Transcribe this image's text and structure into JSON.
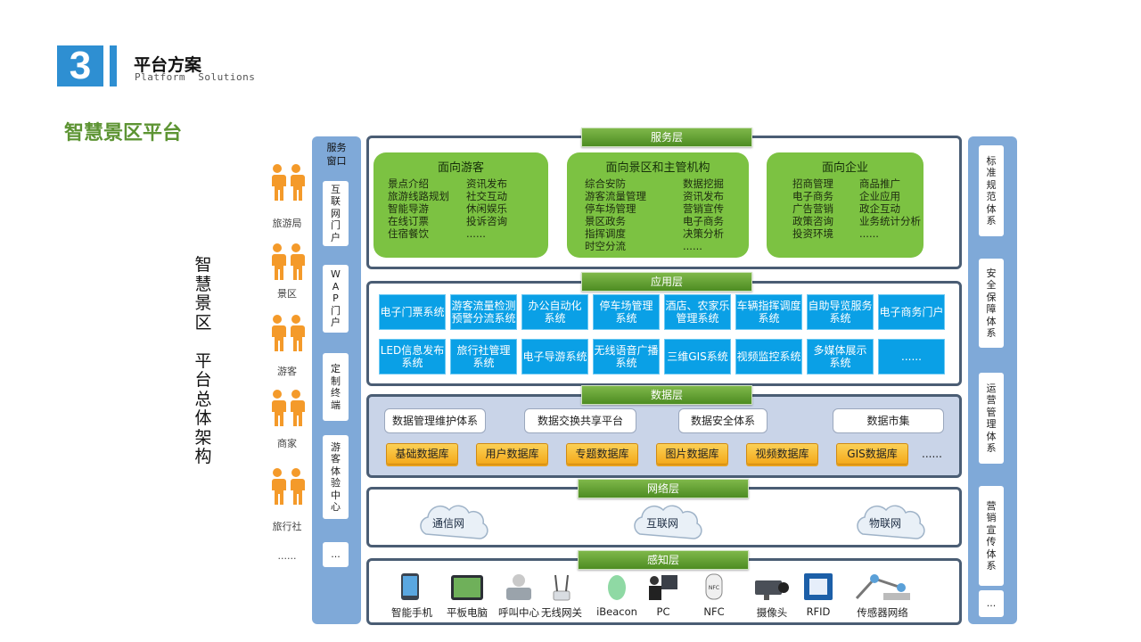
{
  "header": {
    "number": "3",
    "title": "平台方案",
    "subtitle": "Platform  Solutions",
    "section_title": "智慧景区平台"
  },
  "vertical_title": [
    "智",
    "慧",
    "景",
    "区",
    " ",
    "平",
    "台",
    "总",
    "体",
    "架",
    "构"
  ],
  "people": {
    "labels": [
      "旅游局",
      "景区",
      "游客",
      "商家",
      "旅行社",
      "......"
    ]
  },
  "left_column": {
    "header": [
      "服务",
      "窗口"
    ],
    "items": [
      [
        "互",
        "联",
        "网",
        "门",
        "户"
      ],
      [
        "W",
        "A",
        "P",
        "门",
        "户"
      ],
      [
        "定",
        "制",
        "终",
        "端"
      ],
      [
        "游",
        "客",
        "体",
        "验",
        "中",
        "心"
      ],
      [
        "..."
      ]
    ]
  },
  "right_column": {
    "items": [
      [
        "标",
        "准",
        "规",
        "范",
        "体",
        "系"
      ],
      [
        "安",
        "全",
        "保",
        "障",
        "体",
        "系"
      ],
      [
        "运",
        "营",
        "管",
        "理",
        "体",
        "系"
      ],
      [
        "营",
        "销",
        "宣",
        "传",
        "体",
        "系"
      ],
      [
        "..."
      ]
    ]
  },
  "service_layer": {
    "tag": "服务层",
    "groups": [
      {
        "title": "面向游客",
        "col1": [
          "景点介绍",
          "旅游线路规划",
          "智能导游",
          "在线订票",
          "住宿餐饮"
        ],
        "col2": [
          "资讯发布",
          "社交互动",
          "休闲娱乐",
          "投诉咨询",
          "......"
        ]
      },
      {
        "title": "面向景区和主管机构",
        "col1": [
          "综合安防",
          "游客流量管理",
          "停车场管理",
          "景区政务",
          "指挥调度",
          "时空分流"
        ],
        "col2": [
          "数据挖掘",
          "资讯发布",
          "营销宣传",
          "电子商务",
          "决策分析",
          "......"
        ]
      },
      {
        "title": "面向企业",
        "col1": [
          "招商管理",
          "电子商务",
          "广告营销",
          "政策咨询",
          "投资环境"
        ],
        "col2": [
          "商品推广",
          "企业应用",
          "政企互动",
          "业务统计分析",
          "......"
        ]
      }
    ]
  },
  "app_layer": {
    "tag": "应用层",
    "row1": [
      "电子门票系统",
      "游客流量检测\n预警分流系统",
      "办公自动化\n系统",
      "停车场管理\n系统",
      "酒店、农家乐\n管理系统",
      "车辆指挥调度\n系统",
      "自助导览服务\n系统",
      "电子商务门户"
    ],
    "row2": [
      "LED信息发布\n系统",
      "旅行社管理\n系统",
      "电子导游系统",
      "无线语音广播\n系统",
      "三维GIS系统",
      "视频监控系统",
      "多媒体展示\n系统",
      "......"
    ]
  },
  "data_layer": {
    "tag": "数据层",
    "systems": [
      "数据管理维护体系",
      "数据交换共享平台",
      "数据安全体系",
      "数据市集"
    ],
    "databases": [
      "基础数据库",
      "用户数据库",
      "专题数据库",
      "图片数据库",
      "视频数据库",
      "GIS数据库"
    ],
    "more": "......"
  },
  "network_layer": {
    "tag": "网络层",
    "clouds": [
      "通信网",
      "互联网",
      "物联网"
    ]
  },
  "sensing_layer": {
    "tag": "感知层",
    "devices": [
      "智能手机",
      "平板电脑",
      "呼叫中心",
      "无线网关",
      "iBeacon",
      "PC",
      "NFC",
      "摄像头",
      "RFID",
      "传感器网络"
    ],
    "device_icons": [
      "phone-icon",
      "tablet-icon",
      "call-center-icon",
      "wireless-gateway-icon",
      "ibeacon-icon",
      "pc-icon",
      "nfc-icon",
      "camera-icon",
      "rfid-icon",
      "sensor-network-icon"
    ]
  },
  "colors": {
    "accent_blue": "#2e8fd2",
    "title_green": "#5d9433",
    "service_green": "#7cc242",
    "app_blue": "#0aa0e6",
    "db_orange": "#f4a91b",
    "side_blue": "#7fa9d8",
    "person_orange": "#f49a2a"
  }
}
